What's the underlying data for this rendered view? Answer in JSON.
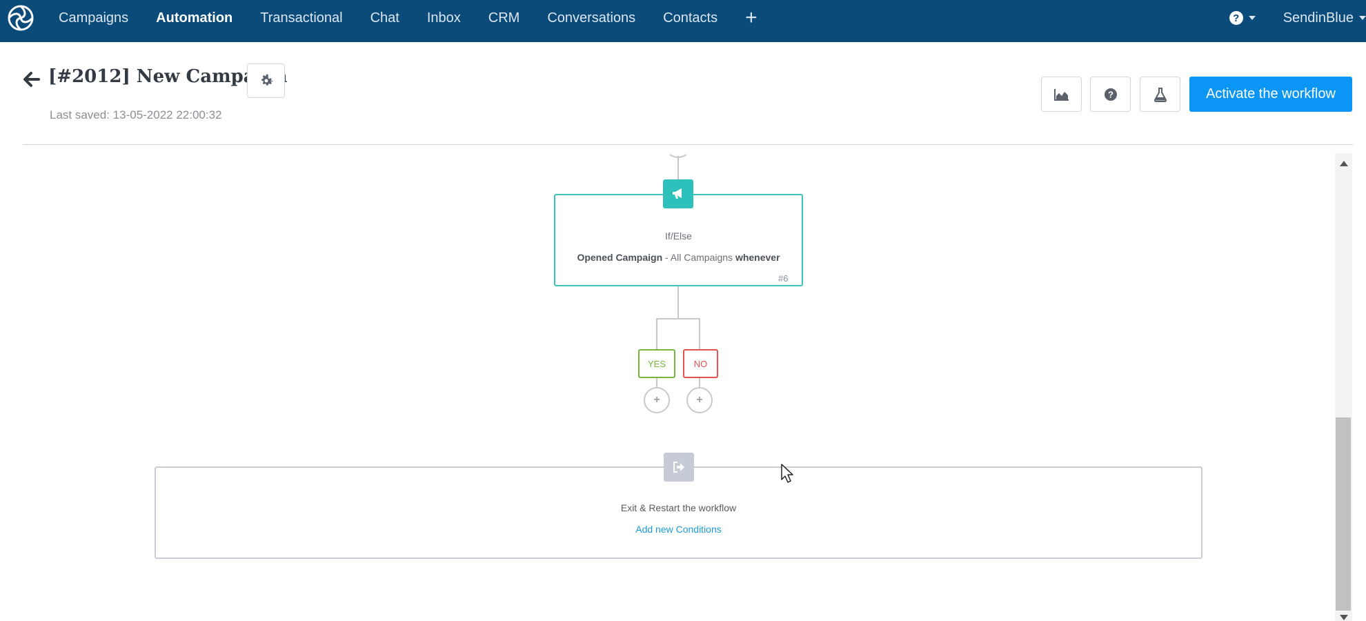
{
  "nav": {
    "items": [
      {
        "label": "Campaigns",
        "active": false
      },
      {
        "label": "Automation",
        "active": true
      },
      {
        "label": "Transactional",
        "active": false
      },
      {
        "label": "Chat",
        "active": false
      },
      {
        "label": "Inbox",
        "active": false
      },
      {
        "label": "CRM",
        "active": false
      },
      {
        "label": "Conversations",
        "active": false
      },
      {
        "label": "Contacts",
        "active": false
      }
    ],
    "plus_icon": "+",
    "help_icon": "?",
    "account_name": "SendinBlue"
  },
  "header": {
    "title": "[#2012] New Campaign",
    "last_saved": "Last saved: 13-05-2022 22:00:32",
    "activate_label": "Activate the workflow"
  },
  "workflow": {
    "ifelse": {
      "type": "If/Else",
      "condition_bold": "Opened Campaign",
      "condition_sep": " - ",
      "condition_value": "All Campaigns",
      "condition_suffix": "whenever",
      "id": "#6"
    },
    "branches": {
      "yes_label": "YES",
      "no_label": "NO",
      "add_symbol": "+"
    },
    "exit": {
      "text": "Exit & Restart the workflow",
      "link": "Add new Conditions"
    }
  },
  "colors": {
    "nav_bg": "#0b4b7a",
    "accent": "#0b96f5",
    "teal": "#2ec0bb",
    "yes": "#78b33d",
    "no": "#e55050",
    "link": "#1d9ad6"
  }
}
